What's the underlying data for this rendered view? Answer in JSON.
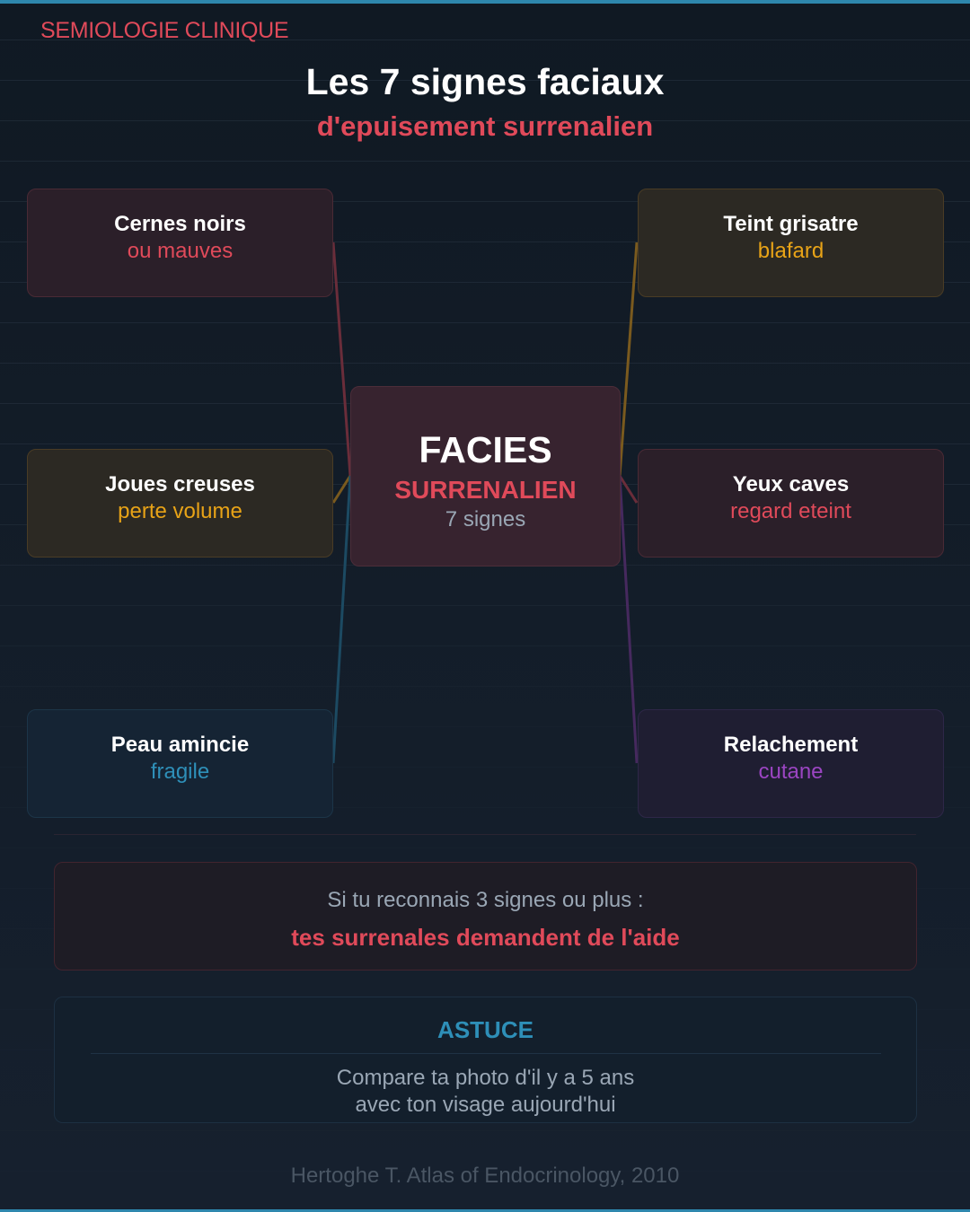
{
  "header": {
    "kicker": "SEMIOLOGIE CLINIQUE",
    "title": "Les 7 signes faciaux",
    "subtitle": "d'epuisement surrenalien"
  },
  "colors": {
    "accent_red": "#e04a5a",
    "accent_gold": "#e8a317",
    "accent_blue": "#2e8fb8",
    "accent_purple": "#9b45c2",
    "frame_bar": "#2e87ad",
    "background": "#121b26"
  },
  "center": {
    "title": "FACIES",
    "subtitle": "SURRENALIEN",
    "count": "7 signes"
  },
  "nodes": [
    {
      "name": "Cernes noirs",
      "detail": "ou mauves",
      "color": "red",
      "position": "top-left"
    },
    {
      "name": "Teint grisatre",
      "detail": "blafard",
      "color": "gold",
      "position": "top-right"
    },
    {
      "name": "Joues creuses",
      "detail": "perte volume",
      "color": "gold",
      "position": "middle-left"
    },
    {
      "name": "Yeux caves",
      "detail": "regard eteint",
      "color": "red",
      "position": "middle-right"
    },
    {
      "name": "Peau amincie",
      "detail": "fragile",
      "color": "blue",
      "position": "bottom-left"
    },
    {
      "name": "Relachement",
      "detail": "cutane",
      "color": "purple",
      "position": "bottom-right"
    }
  ],
  "alert": {
    "line1": "Si tu reconnais 3 signes ou plus :",
    "line2": "tes surrenales demandent de l'aide"
  },
  "tip": {
    "heading": "ASTUCE",
    "line1": "Compare ta photo d'il y a 5 ans",
    "line2": "avec ton visage aujourd'hui"
  },
  "footer": {
    "citation": "Hertoghe T. Atlas of Endocrinology, 2010"
  }
}
